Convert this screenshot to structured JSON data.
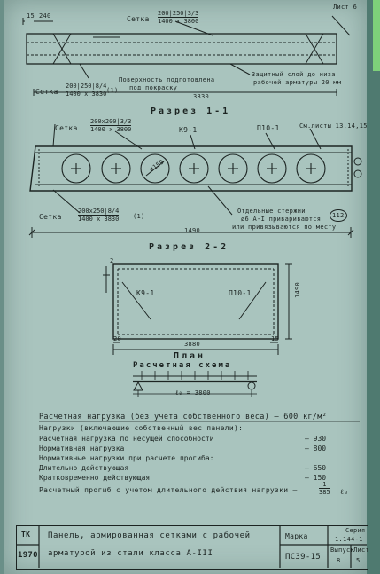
{
  "sheet_label": "Лист 6",
  "dims_top": {
    "left": "15",
    "cover": "240"
  },
  "mesh_top": {
    "label": "Сетка",
    "frac_top": "200|250|3/3",
    "frac_bottom": "1400 х 3800"
  },
  "mesh_bottom_top": {
    "label": "Сетка",
    "frac_top": "200|250|8/4",
    "frac_bottom": "1400 х 3830",
    "note": "(1)"
  },
  "surface_note": [
    "Поверхность подготовлена",
    "под покраску"
  ],
  "dim_3830": "3830",
  "protect_note": [
    "Защитный слой до низа",
    "рабочей арматуры 20 мм"
  ],
  "section1_title": "Разрез 1-1",
  "sec1": {
    "mesh_label": "Сетка",
    "mesh_frac_top": "200х200|3/3",
    "mesh_frac_bottom": "1400 х 3800",
    "k9": "К9-1",
    "p10": "П10-1",
    "see_sheets": "См.листы 13,14,15",
    "mesh2_label": "Сетка",
    "mesh2_frac_top": "200х250|8/4",
    "mesh2_frac_bottom": "1400 х 3830",
    "mesh2_note": "(1)",
    "bars_note": [
      "Отдельные стержни",
      "ø6 А-I привариваются",
      "или привязываются по месту"
    ],
    "bars_badge": "112",
    "hole_label": "ø159",
    "width": "1490"
  },
  "section2_title": "Разрез 2-2",
  "plan": {
    "k9": "К9-1",
    "p10": "П10-1",
    "dim_top": "2",
    "dim_height": "1490",
    "dim_len": "3880",
    "dim_left": "20",
    "dim_right": "15",
    "title": "План"
  },
  "calc": {
    "title": "Расчетная схема",
    "span": "ℓ₀ = 3800"
  },
  "loads": {
    "head": "Расчетная нагрузка (без учета собственного веса) — 600 кг/м²",
    "sub": "Нагрузки (включающие собственный вес панели):",
    "rows": [
      {
        "label": "Расчетная нагрузка по несущей способности",
        "value": "— 930"
      },
      {
        "label": "Нормативная нагрузка",
        "value": "— 800"
      },
      {
        "label": "Нормативные нагрузки при расчете прогиба:",
        "value": ""
      },
      {
        "label": "Длительно действующая",
        "value": "— 650"
      },
      {
        "label": "Кратковременно действующая",
        "value": "— 150"
      }
    ],
    "deflection_label": "Расчетный прогиб с учетом длительного действия нагрузки —",
    "deflection_num": "1",
    "deflection_den": "385",
    "deflection_var": "ℓ₀"
  },
  "title_block": {
    "tk": "ТК",
    "year": "1970",
    "name_line1": "Панель, армированная сетками с рабочей",
    "name_line2": "арматурой из стали класса А-III",
    "mark_label": "Марка",
    "mark_value": "ПС39-15",
    "series_label": "Серия",
    "series_value": "1.144-1",
    "issue_label": "Выпуск",
    "issue_value": "8",
    "sheet_label": "Лист",
    "sheet_value": "5"
  }
}
